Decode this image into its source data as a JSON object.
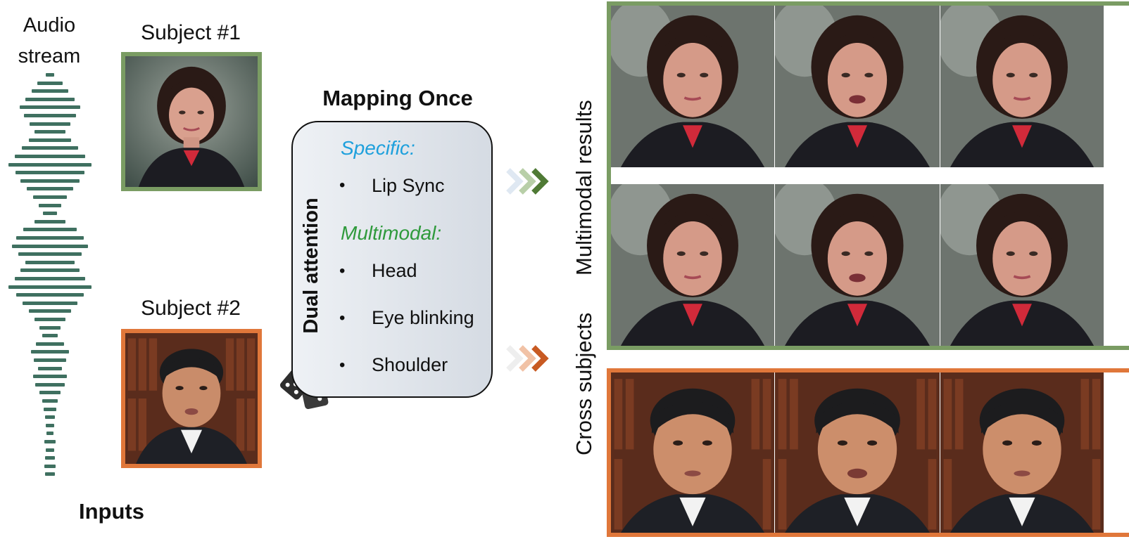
{
  "audio": {
    "title_line1": "Audio",
    "title_line2": "stream"
  },
  "subjects": [
    {
      "label": "Subject #1"
    },
    {
      "label": "Subject #2"
    }
  ],
  "inputs_label": "Inputs",
  "mapping": {
    "title": "Mapping Once",
    "side_label": "Dual attention",
    "specific": {
      "label": "Specific:",
      "items": [
        "Lip Sync"
      ]
    },
    "multimodal": {
      "label": "Multimodal:",
      "items": [
        "Head",
        "Eye blinking",
        "Shoulder"
      ]
    }
  },
  "results": {
    "multimodal_label": "Multimodal results",
    "cross_label": "Cross subjects"
  },
  "colors": {
    "green": "#7a9c63",
    "orange": "#e0773a",
    "specific_text": "#1ea0dc",
    "multimodal_text": "#2f9a3c",
    "wave": "#3f7060"
  },
  "icons": {
    "dice": "dice-icon",
    "arrows": "chevron-right-icon"
  }
}
